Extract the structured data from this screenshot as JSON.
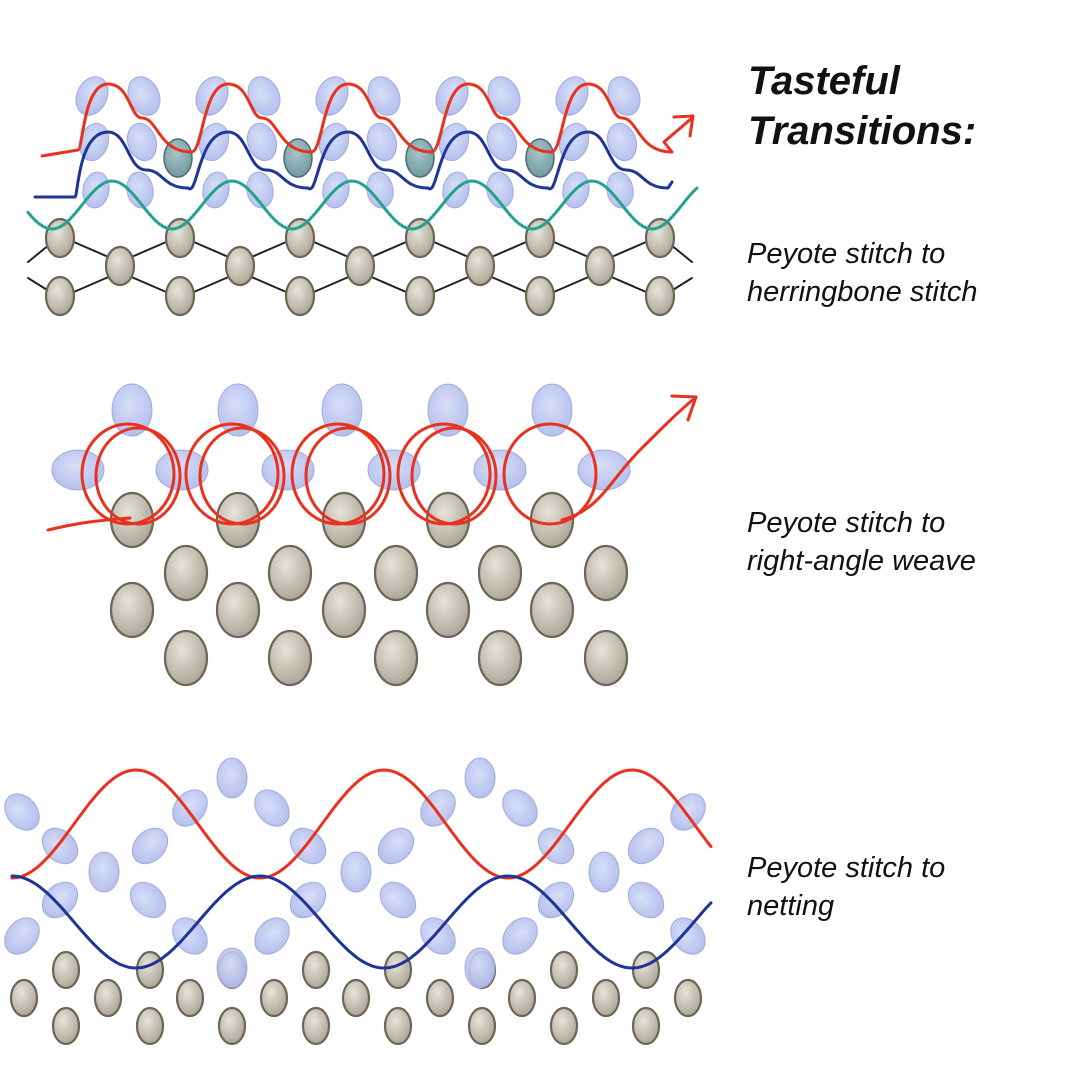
{
  "title": [
    "Tasteful",
    "Transitions:"
  ],
  "panels": [
    {
      "caption": [
        "Peyote stitch to",
        "herringbone stitch"
      ]
    },
    {
      "caption": [
        "Peyote stitch to",
        "right-angle weave"
      ]
    },
    {
      "caption": [
        "Peyote stitch to",
        "netting"
      ]
    }
  ],
  "colors": {
    "base_bead": "#c2bdb0",
    "base_bead_stroke": "#6d6654",
    "new_bead": "#b8c3ee",
    "new_bead_stroke": "#95a2dc",
    "teal_bead": "#7fa7ad",
    "thread_red": "#e8321f",
    "thread_blue": "#1f3596",
    "thread_teal": "#23a38f",
    "thread_black": "#222222"
  }
}
